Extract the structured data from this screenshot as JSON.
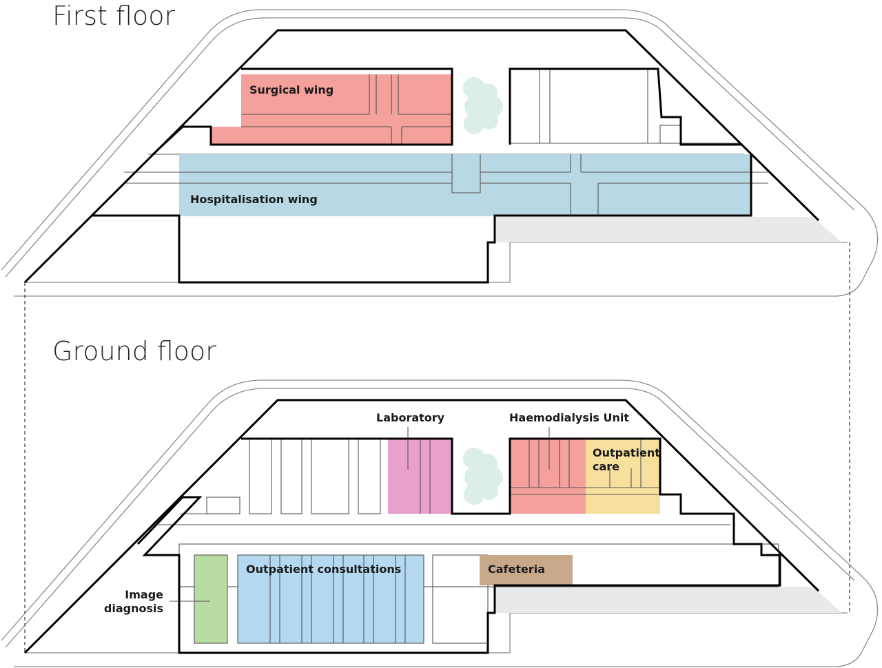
{
  "floors": {
    "first": {
      "title": "First floor",
      "labels": {
        "surgical": "Surgical wing",
        "hospitalisation": "Hospitalisation wing"
      }
    },
    "ground": {
      "title": "Ground floor",
      "labels": {
        "laboratory": "Laboratory",
        "haemodialysis": "Haemodialysis Unit",
        "outpatient_care_line1": "Outpatient",
        "outpatient_care_line2": "care",
        "outpatient_consultations": "Outpatient consultations",
        "cafeteria": "Cafeteria",
        "image_diagnosis_line1": "Image",
        "image_diagnosis_line2": "diagnosis"
      }
    }
  },
  "colors": {
    "surgical": "#f4a09c",
    "hospitalisation": "#b7d8e4",
    "laboratory": "#e8a1cc",
    "haemodialysis": "#f4a09c",
    "outpatient_care": "#f7df9e",
    "outpatient_consultations": "#b3d8f0",
    "cafeteria": "#c8a88a",
    "image_diagnosis": "#b9dca2",
    "courtyard_tree": "#dcefe6",
    "terrace": "#e9e9e9"
  }
}
